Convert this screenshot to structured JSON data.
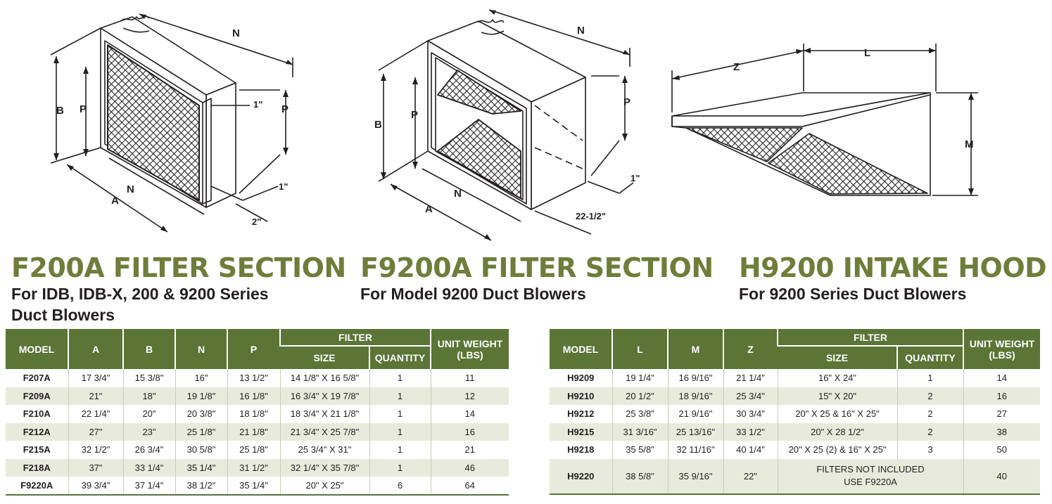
{
  "sections": [
    {
      "title": "F200A FILTER SECTION",
      "subtitle_lines": [
        "For IDB, IDB-X, 200 & 9200 Series",
        "Duct Blowers"
      ],
      "dims": {
        "n_top": "N",
        "b": "B",
        "p_left": "P",
        "p_right": "P",
        "n_bottom": "N",
        "a": "A",
        "one_inch_top": "1\"",
        "one_inch_bottom": "1\"",
        "two_inch": "2\""
      }
    },
    {
      "title": "F9200A FILTER SECTION",
      "subtitle_lines": [
        "For Model 9200 Duct Blowers"
      ],
      "dims": {
        "n_top": "N",
        "b": "B",
        "p_left": "P",
        "p_right": "P",
        "n_bottom": "N",
        "a": "A",
        "one_inch": "1\"",
        "depth": "22-1/2\""
      }
    },
    {
      "title": "H9200 INTAKE HOOD",
      "subtitle_lines": [
        "For 9200 Series Duct Blowers"
      ],
      "dims": {
        "z": "Z",
        "l": "L",
        "m": "M"
      }
    }
  ],
  "table_f": {
    "headers": {
      "model": "MODEL",
      "a": "A",
      "b": "B",
      "n": "N",
      "p": "P",
      "filter": "FILTER",
      "size": "SIZE",
      "quantity": "QUANTITY",
      "weight_line1": "UNIT WEIGHT",
      "weight_line2": "(LBS)"
    },
    "rows": [
      [
        "F207A",
        "17 3/4\"",
        "15 3/8\"",
        "16\"",
        "13 1/2\"",
        "14 1/8\" X 16 5/8\"",
        "1",
        "11"
      ],
      [
        "F209A",
        "21\"",
        "18\"",
        "19 1/8\"",
        "16 1/8\"",
        "16 3/4\" X 19 7/8\"",
        "1",
        "12"
      ],
      [
        "F210A",
        "22 1/4\"",
        "20\"",
        "20 3/8\"",
        "18 1/8\"",
        "18 3/4\" X 21 1/8\"",
        "1",
        "14"
      ],
      [
        "F212A",
        "27\"",
        "23\"",
        "25 1/8\"",
        "21 1/8\"",
        "21 3/4\" X 25 7/8\"",
        "1",
        "16"
      ],
      [
        "F215A",
        "32 1/2\"",
        "26 3/4\"",
        "30 5/8\"",
        "25 1/8\"",
        "25 3/4\" X 31\"",
        "1",
        "21"
      ],
      [
        "F218A",
        "37\"",
        "33 1/4\"",
        "35 1/4\"",
        "31 1/2\"",
        "32 1/4\" X 35 7/8\"",
        "1",
        "46"
      ],
      [
        "F9220A",
        "39 3/4\"",
        "37 1/4\"",
        "38 1/2\"",
        "35 1/4\"",
        "20\" X 25\"",
        "6",
        "64"
      ]
    ]
  },
  "table_h": {
    "headers": {
      "model": "MODEL",
      "l": "L",
      "m": "M",
      "z": "Z",
      "filter": "FILTER",
      "size": "SIZE",
      "quantity": "QUANTITY",
      "weight_line1": "UNIT WEIGHT",
      "weight_line2": "(LBS)"
    },
    "rows": [
      [
        "H9209",
        "19 1/4\"",
        "16 9/16\"",
        "21 1/4\"",
        "16\" X 24\"",
        "1",
        "14"
      ],
      [
        "H9210",
        "20 1/2\"",
        "18 9/16\"",
        "25 3/4\"",
        "15\" X 20\"",
        "2",
        "16"
      ],
      [
        "H9212",
        "25 3/8\"",
        "21 9/16\"",
        "30 3/4\"",
        "20\" X 25 & 16\" X 25\"",
        "2",
        "27"
      ],
      [
        "H9215",
        "31 3/16\"",
        "25 13/16\"",
        "33 1/2\"",
        "20\" X 28 1/2\"",
        "2",
        "38"
      ],
      [
        "H9218",
        "35 5/8\"",
        "32 11/16\"",
        "40 1/4\"",
        "20\" X 25 (2) & 16\" X 25\"",
        "3",
        "50"
      ]
    ],
    "last_row": {
      "model": "H9220",
      "l": "38 5/8\"",
      "m": "35 9/16\"",
      "z": "22\"",
      "filter_note_line1": "FILTERS NOT INCLUDED",
      "filter_note_line2": "USE F9220A",
      "weight": "40"
    }
  }
}
